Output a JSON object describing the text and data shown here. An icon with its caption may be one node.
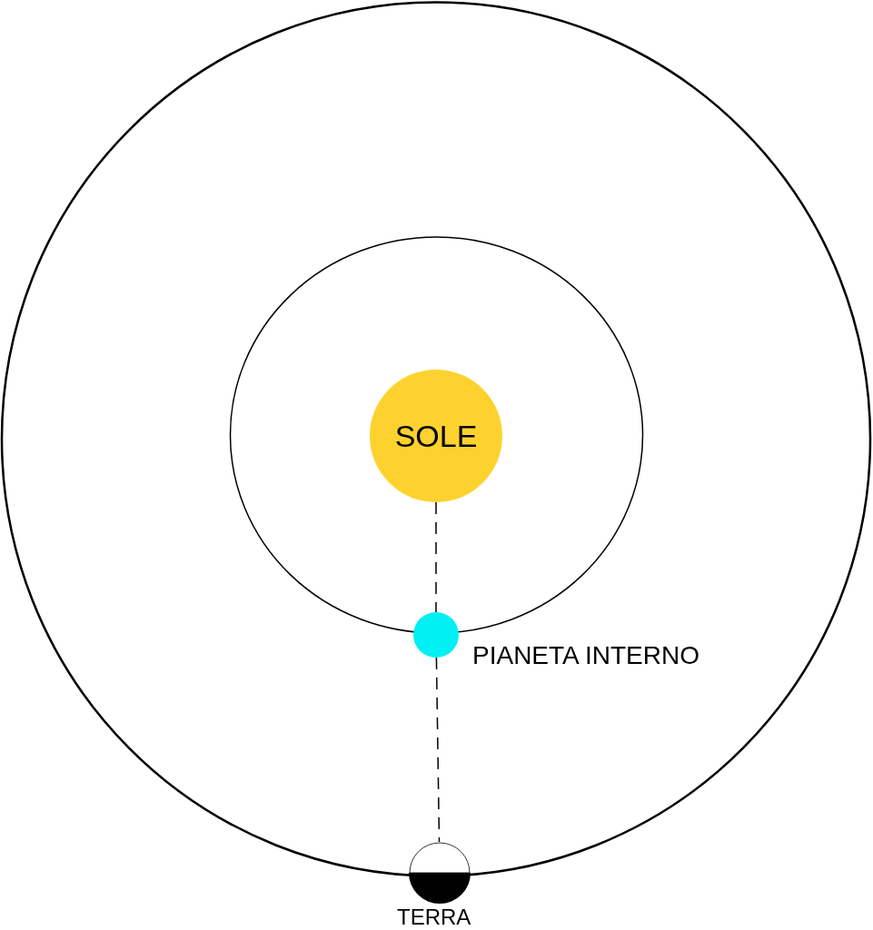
{
  "diagram": {
    "nodes": [
      {
        "text": [
          "SOLE"
        ]
      },
      {
        "text": [],
        "shape": "circle",
        "beside": [
          "PIANETA INTERNO"
        ]
      },
      {
        "text": [],
        "shape": "circle",
        "beside": [
          "TERRA"
        ]
      }
    ],
    "edges": [
      {
        "from": 0,
        "to": 1,
        "arrow": "none",
        "style": "dashed"
      },
      {
        "from": 1,
        "to": 2,
        "arrow": "none",
        "style": "dashed"
      }
    ]
  }
}
